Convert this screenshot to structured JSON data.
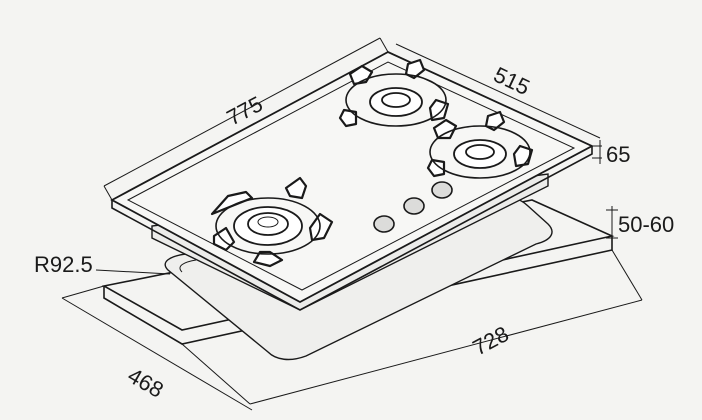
{
  "dimensions": {
    "top_length": "775",
    "top_depth": "515",
    "top_height": "65",
    "cutout_depth": "50-60",
    "cutout_length": "728",
    "cutout_width": "468",
    "corner_radius": "R92.5"
  },
  "colors": {
    "line": "#1a1a1a",
    "background": "#f4f4f2"
  }
}
